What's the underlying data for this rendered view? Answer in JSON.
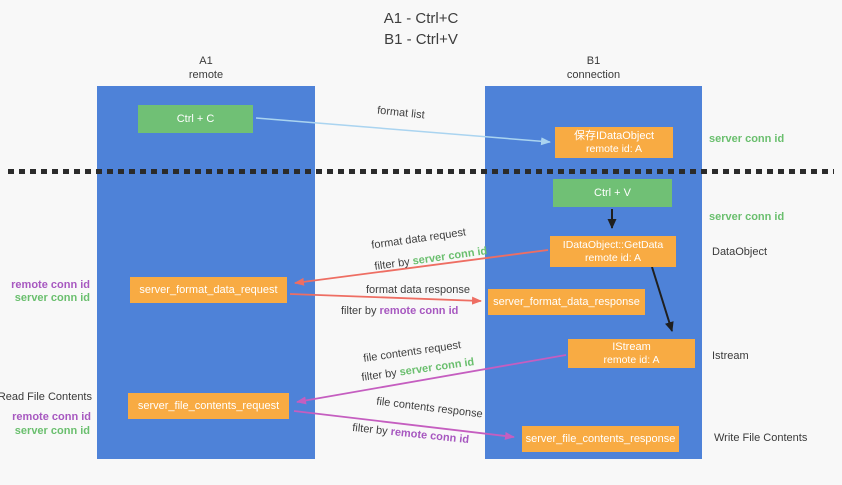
{
  "title": {
    "line1": "A1 - Ctrl+C",
    "line2": "B1 - Ctrl+V"
  },
  "columns": {
    "left": {
      "name": "A1",
      "subtitle": "remote"
    },
    "right": {
      "name": "B1",
      "subtitle": "connection"
    }
  },
  "boxes": {
    "ctrl_c": {
      "label": "Ctrl + C"
    },
    "save_dataobject": {
      "label": "保存IDataObject",
      "sublabel": "remote id: A"
    },
    "ctrl_v": {
      "label": "Ctrl + V"
    },
    "getdata": {
      "label": "IDataObject::GetData",
      "sublabel": "remote id: A"
    },
    "format_request": {
      "label": "server_format_data_request"
    },
    "format_response": {
      "label": "server_format_data_response"
    },
    "istream": {
      "label": "IStream",
      "sublabel": "remote id: A"
    },
    "file_request": {
      "label": "server_file_contents_request"
    },
    "file_response": {
      "label": "server_file_contents_response"
    }
  },
  "flow_labels": {
    "format_list": "format list",
    "format_data_request": "format data request",
    "format_data_request_filter_prefix": "filter by ",
    "format_data_request_filter_key": "server conn id",
    "format_data_response": "format data response",
    "format_data_response_filter_prefix": "filter by ",
    "format_data_response_filter_key": "remote conn id",
    "file_contents_request": "file contents request",
    "file_contents_request_filter_prefix": "filter by ",
    "file_contents_request_filter_key": "server conn id",
    "file_contents_response": "file contents response",
    "file_contents_response_filter_prefix": "filter by ",
    "file_contents_response_filter_key": "remote conn id"
  },
  "side_labels": {
    "left_format_remote": "remote conn id",
    "left_format_server": "server conn id",
    "read_file_contents": "Read File Contents",
    "left_file_remote": "remote conn id",
    "left_file_server": "server conn id",
    "right_server_conn_top": "server conn id",
    "right_server_conn_mid": "server conn id",
    "dataobject": "DataObject",
    "istream": "Istream",
    "write_file_contents": "Write File Contents"
  },
  "colors": {
    "column_blue": "#4e82d8",
    "box_green": "#70c075",
    "box_orange": "#f8ab43",
    "arrow_red": "#ee6e63",
    "arrow_magenta": "#c55ec0",
    "arrow_lightblue": "#aad4f0",
    "arrow_black": "#1f1f1f",
    "label_green": "#6abf6e",
    "label_purple": "#a758c0"
  }
}
